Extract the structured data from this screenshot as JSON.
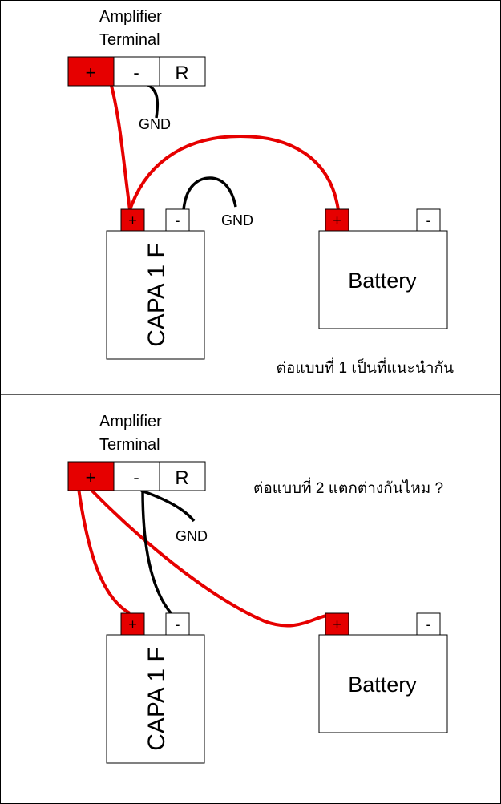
{
  "colors": {
    "positive": "#e60000",
    "wire_red": "#e60000",
    "wire_black": "#000000",
    "outline": "#000000"
  },
  "panels": [
    {
      "amp": {
        "title_line1": "Amplifier",
        "title_line2": "Terminal",
        "terminals": {
          "pos": "+",
          "neg": "-",
          "remote": "R"
        }
      },
      "amp_gnd": "GND",
      "capacitor": {
        "label": "CAPA 1 F",
        "pos": "+",
        "neg": "-"
      },
      "cap_gnd": "GND",
      "battery": {
        "label": "Battery",
        "pos": "+",
        "neg": "-"
      },
      "note": "ต่อแบบที่ 1 เป็นที่แนะนำกัน"
    },
    {
      "amp": {
        "title_line1": "Amplifier",
        "title_line2": "Terminal",
        "terminals": {
          "pos": "+",
          "neg": "-",
          "remote": "R"
        }
      },
      "amp_gnd": "GND",
      "capacitor": {
        "label": "CAPA 1 F",
        "pos": "+",
        "neg": "-"
      },
      "battery": {
        "label": "Battery",
        "pos": "+",
        "neg": "-"
      },
      "note": "ต่อแบบที่ 2 แตกต่างกันไหม ?"
    }
  ]
}
